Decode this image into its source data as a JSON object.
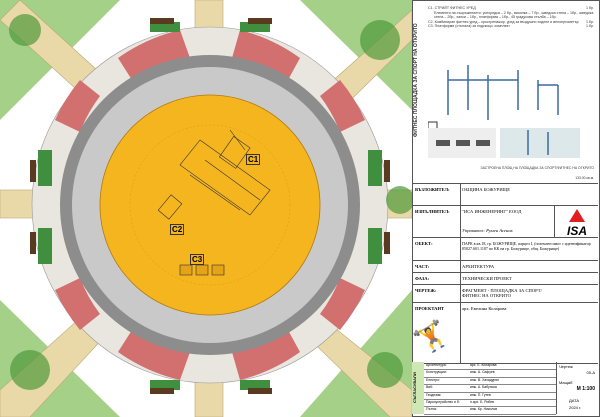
{
  "side_title": "ФИТНЕС ПЛОЩАДКА ЗА СПОРТ НА ОТКРИТО",
  "equipment": [
    {
      "label": "C1. СТРИЙТ ФИТНЕС УРЕД",
      "qty": "1 бр."
    },
    {
      "label": "Елементи на съоръжението: успоредка – 2 бр., висилка – 7 бр., шведска стена – 1бр., шведска стена – 2бр., халки – 1бр., платформа – 1бр., 45 градусова стълба – 1бр.",
      "qty": ""
    },
    {
      "label": "C2. Комбиниран фитнес уред – кростренажор, уред за въздушно ходене и велоергометър",
      "qty": "1 бр."
    },
    {
      "label": "C3. Платформи (стъпала) за подскоци, комплект",
      "qty": "1 бр."
    }
  ],
  "caption": "ЗАСТРОЕНА ПЛОЩ НА ПЛОЩАДКА ЗА СПОРТ/ФИТНЕС НА ОТКРИТО",
  "area": "133.00 кв.м.",
  "labels": {
    "c1": "C1",
    "c2": "C2",
    "c3": "C3"
  },
  "info": {
    "client_label": "ВЪЗЛОЖИТЕЛ:",
    "client": "ОБЩИНА БОЖУРИЩЕ",
    "contractor_label": "ИЗПЪЛНИТЕЛ:",
    "contractor": "\"ИСА ИНЖЕНЕРИНГ\" ЕООД",
    "manager": "Управител: Румен Асенов",
    "logo": "ISA",
    "object_label": "ОБЕКТ:",
    "object": "ПАРК в кв.18, гр. БОЖУРИЩЕ, парцел I, (поземлен имот с идентификатор 05027.601.1107 по КК на гр. Божурище, общ. Божурище)",
    "part_label": "ЧАСТ:",
    "part": "АРХИТЕКТУРА",
    "phase_label": "ФАЗА:",
    "phase": "ТЕХНИЧЕСКИ ПРОЕКТ",
    "drawing_label": "ЧЕРТЕЖ:",
    "drawing": "ФРАГМЕНТ - ПЛОЩАДКА ЗА СПОРТ/ФИТНЕС НА ОТКРИТО",
    "designer_label": "ПРОЕКТАНТ",
    "designer": "арх. Евелина Кола́рова"
  },
  "title_block": {
    "side": "СЪГЛАСУВАЛИ",
    "rows": [
      {
        "role": "Архитектура:",
        "name": "арх. Е. Коларова"
      },
      {
        "role": "Конструкции:",
        "name": "инж. А. Сафуев"
      },
      {
        "role": "Електро:",
        "name": "инж. В. Хачадурян"
      },
      {
        "role": "ВиК:",
        "name": "инж. А. Бабунска"
      },
      {
        "role": "Геодезия:",
        "name": "инж. П. Гутев"
      },
      {
        "role": "Паркоустройство и б:",
        "name": "п.арх. Б. Рибев"
      },
      {
        "role": "Пътна:",
        "name": "инж. Кр. Николов"
      }
    ],
    "sheet_label": "Чертеж",
    "sheet": "05-А",
    "scale_label": "Мащаб",
    "scale": "М 1:100",
    "date_label": "ДАТА",
    "date": "2024 г."
  }
}
